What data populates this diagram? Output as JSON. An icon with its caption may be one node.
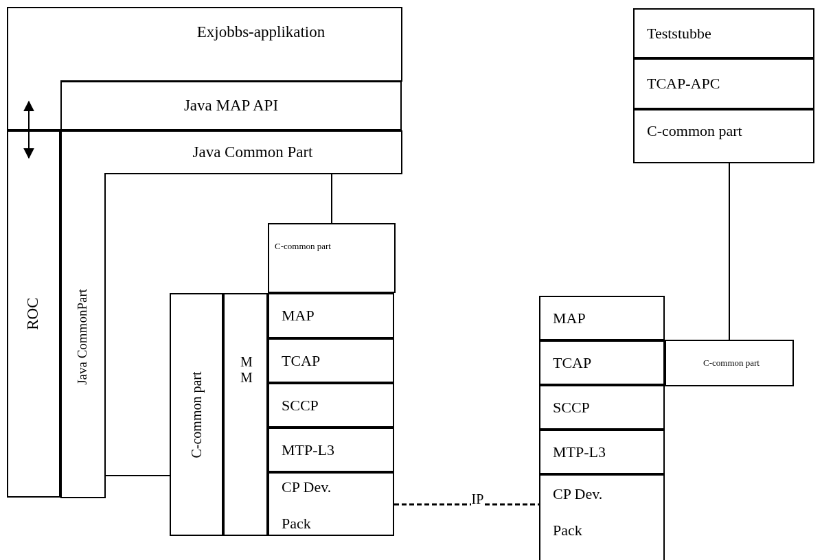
{
  "diagram": {
    "nodes": [
      {
        "text": [
          "Exjobbs-applikation"
        ]
      },
      {
        "text": [
          "Java MAP API"
        ]
      },
      {
        "text": [
          "ROC"
        ]
      },
      {
        "text": [
          "Java Common Part",
          "Java CommonPart"
        ]
      },
      {
        "text": [
          "C-common part"
        ]
      },
      {
        "text": [
          "C-common part"
        ]
      },
      {
        "text": [
          "M M"
        ]
      },
      {
        "text": [
          "MAP"
        ]
      },
      {
        "text": [
          "TCAP"
        ]
      },
      {
        "text": [
          "SCCP"
        ]
      },
      {
        "text": [
          "MTP-L3"
        ]
      },
      {
        "text": [
          "CP Dev. Pack"
        ]
      },
      {
        "text": [
          "Teststubbe"
        ]
      },
      {
        "text": [
          "TCAP-APC"
        ]
      },
      {
        "text": [
          "C-common part"
        ]
      },
      {
        "text": [
          "MAP"
        ]
      },
      {
        "text": [
          "TCAP"
        ]
      },
      {
        "text": [
          "SCCP"
        ]
      },
      {
        "text": [
          "MTP-L3"
        ]
      },
      {
        "text": [
          "CP Dev. Pack"
        ]
      },
      {
        "text": [
          "C-common part"
        ]
      }
    ],
    "edges": [
      {
        "from": 0,
        "to": 2,
        "arrow": "both"
      },
      {
        "from": 3,
        "to": 4,
        "arrow": "none"
      },
      {
        "from": 3,
        "to": 5,
        "arrow": "none"
      },
      {
        "from": 11,
        "to": 19,
        "arrow": "none",
        "style": "dashed",
        "label": "IP"
      },
      {
        "from": 14,
        "to": 20,
        "arrow": "none"
      }
    ]
  }
}
